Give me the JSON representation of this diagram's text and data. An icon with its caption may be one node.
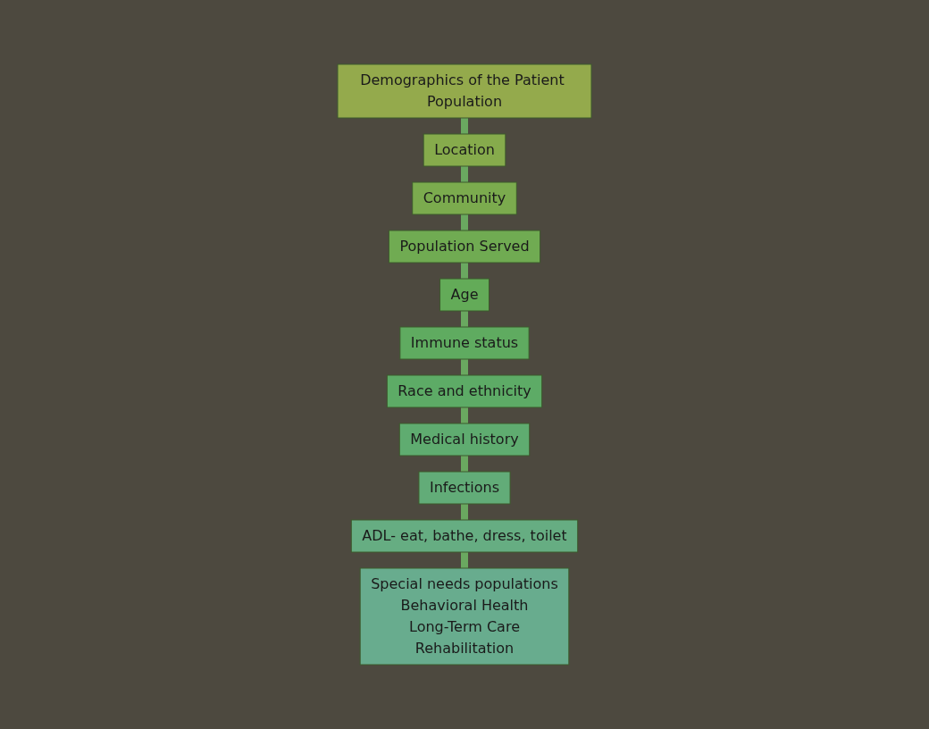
{
  "diagram": {
    "nodes": [
      {
        "text": [
          "Demographics of the Patient Population"
        ]
      },
      {
        "text": [
          "Location"
        ]
      },
      {
        "text": [
          "Community"
        ]
      },
      {
        "text": [
          "Population Served"
        ]
      },
      {
        "text": [
          "Age"
        ]
      },
      {
        "text": [
          "Immune status"
        ]
      },
      {
        "text": [
          "Race and ethnicity"
        ]
      },
      {
        "text": [
          "Medical history"
        ]
      },
      {
        "text": [
          "Infections"
        ]
      },
      {
        "text": [
          "ADL- eat, bathe, dress, toilet"
        ]
      },
      {
        "text": [
          "Special needs populations",
          "Behavioral Health",
          "Long-Term Care",
          "Rehabilitation"
        ]
      }
    ],
    "edges": [
      {
        "from": 0,
        "to": 1,
        "arrow": "none"
      },
      {
        "from": 1,
        "to": 2,
        "arrow": "none"
      },
      {
        "from": 2,
        "to": 3,
        "arrow": "none"
      },
      {
        "from": 3,
        "to": 4,
        "arrow": "none"
      },
      {
        "from": 4,
        "to": 5,
        "arrow": "none"
      },
      {
        "from": 5,
        "to": 6,
        "arrow": "none"
      },
      {
        "from": 6,
        "to": 7,
        "arrow": "none"
      },
      {
        "from": 7,
        "to": 8,
        "arrow": "none"
      },
      {
        "from": 8,
        "to": 9,
        "arrow": "none"
      },
      {
        "from": 9,
        "to": 10,
        "arrow": "none"
      }
    ]
  }
}
